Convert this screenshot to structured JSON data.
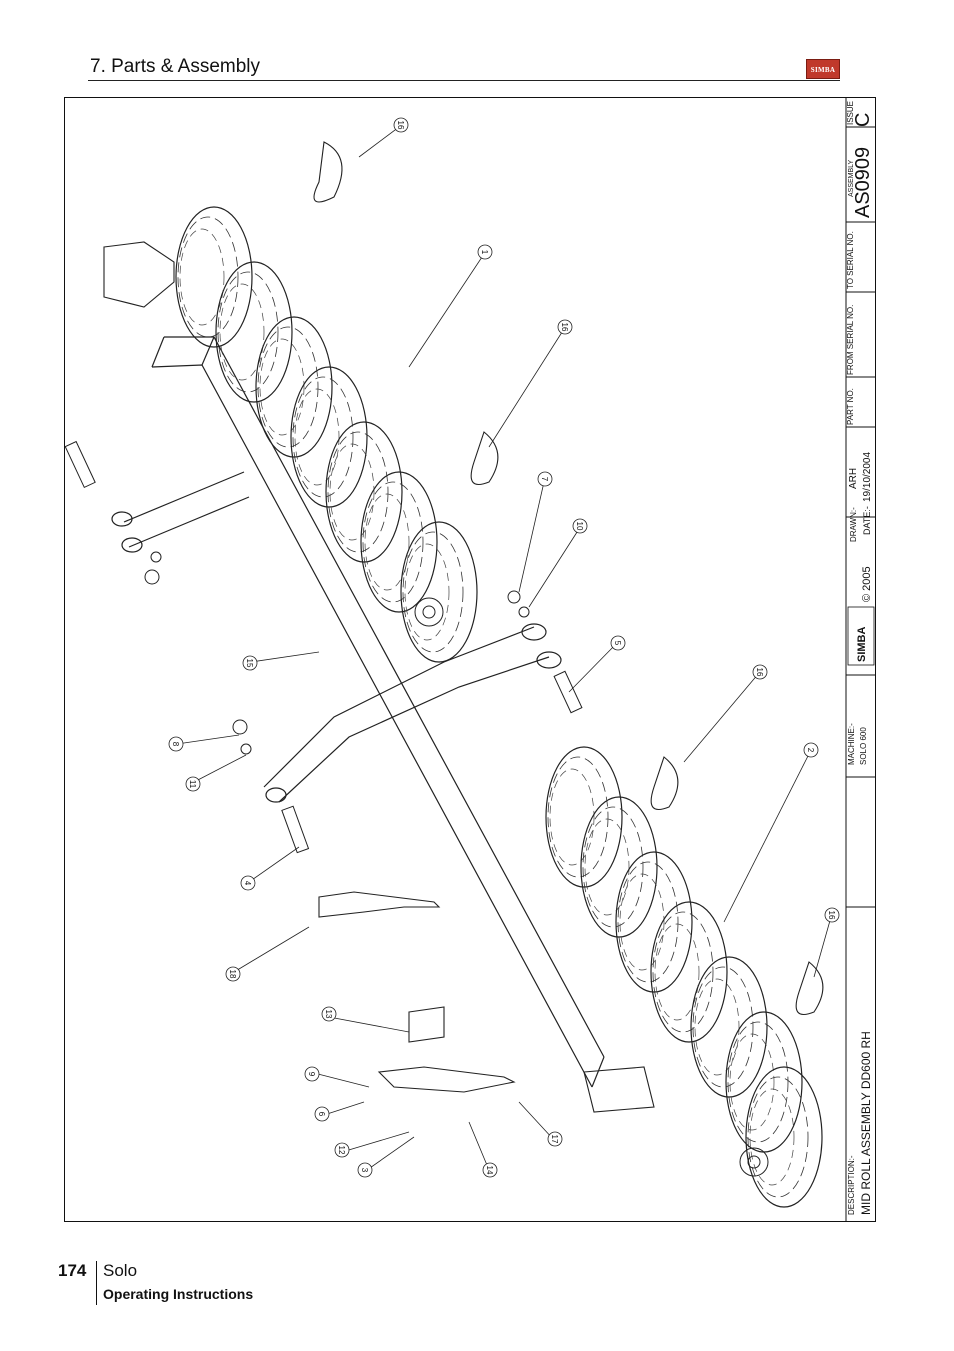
{
  "header": {
    "section_title": "7. Parts & Assembly",
    "logo_text": "SIMBA"
  },
  "title_block": {
    "description_label": "DESCRIPTION:-",
    "description": "MID ROLL ASSEMBLY DD600 RH",
    "machine_label": "MACHINE:-",
    "machine": "SOLO 600",
    "logo_text": "SIMBA",
    "copyright": "© 2005",
    "drawn_label": "DRAWN:-",
    "drawn_by": "ARH",
    "date_label": "DATE:-",
    "date": "19/10/2004",
    "part_no_label": "PART NO.",
    "from_serial_label": "FROM SERIAL NO.",
    "to_serial_label": "TO SERIAL NO.",
    "assembly_label": "ASSEMBLY",
    "assembly_no": "AS0909",
    "issue_label": "ISSUE",
    "issue": "C"
  },
  "callouts": [
    "16",
    "1",
    "16",
    "7",
    "10",
    "5",
    "16",
    "2",
    "16",
    "15",
    "8",
    "11",
    "4",
    "18",
    "13",
    "9",
    "6",
    "12",
    "3",
    "14",
    "17"
  ],
  "footer": {
    "page_number": "174",
    "product": "Solo",
    "manual": "Operating Instructions"
  }
}
